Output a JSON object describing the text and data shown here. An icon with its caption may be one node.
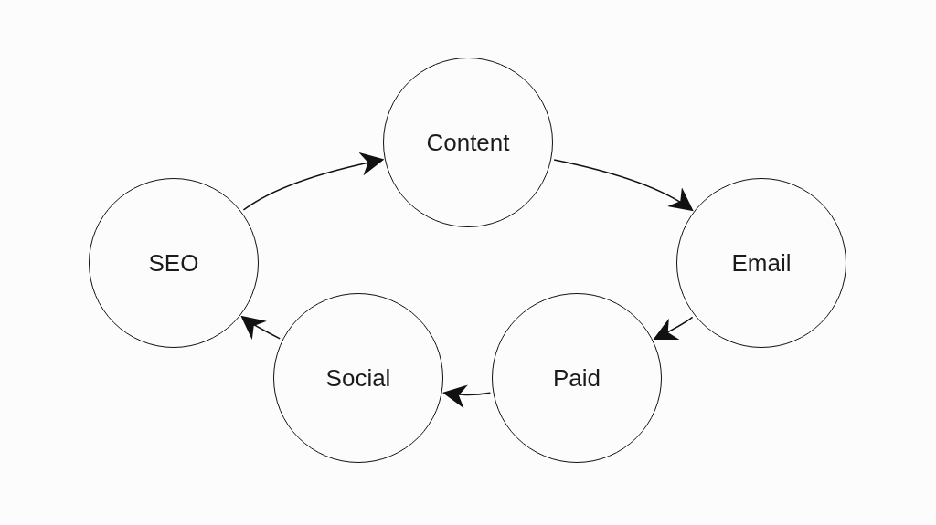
{
  "diagram": {
    "nodes": [
      {
        "text": [
          "Content"
        ]
      },
      {
        "text": [
          "SEO"
        ]
      },
      {
        "text": [
          "Email"
        ]
      },
      {
        "text": [
          "Social"
        ]
      },
      {
        "text": [
          "Paid"
        ]
      }
    ],
    "edges": [
      {
        "from": 1,
        "to": 0,
        "arrow": "to"
      },
      {
        "from": 0,
        "to": 2,
        "arrow": "to"
      },
      {
        "from": 2,
        "to": 4,
        "arrow": "to"
      },
      {
        "from": 4,
        "to": 3,
        "arrow": "to"
      },
      {
        "from": 3,
        "to": 1,
        "arrow": "to"
      }
    ]
  }
}
